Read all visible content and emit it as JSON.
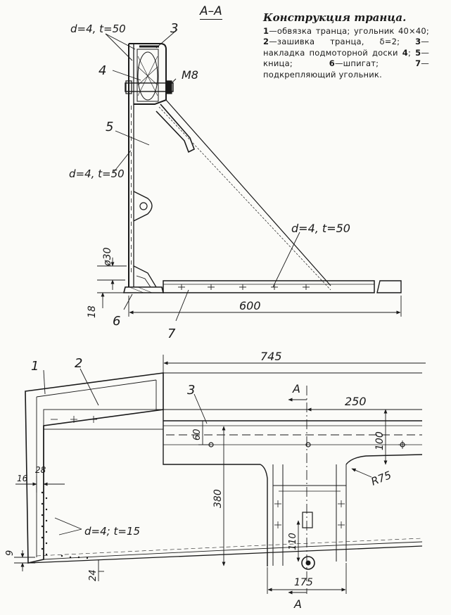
{
  "section_label": "А–А",
  "caption": {
    "title": "Конструкция транца.",
    "items": [
      {
        "num": "1",
        "text": "—обвязка транца; угольник 40×40;"
      },
      {
        "num": "2",
        "text": "—зашивка транца, δ=2;"
      },
      {
        "num": "3",
        "text": "—накладка подмоторной доски"
      },
      {
        "num": "4",
        "text": ";"
      },
      {
        "num": "5",
        "text": "—кница;"
      },
      {
        "num": "6",
        "text": "—шпигат;"
      },
      {
        "num": "7",
        "text": "—подкрепляющий угольник."
      }
    ]
  },
  "section_view": {
    "labels": {
      "rivets_top": "d=4, t=50",
      "rivets_side": "d=4, t=50",
      "rivets_bottom": "d=4, t=50",
      "bolt": "M8",
      "part3": "3",
      "part4": "4",
      "part5": "5",
      "part6": "6",
      "part7": "7"
    },
    "dimensions": {
      "hole": "ø30",
      "height18": "18",
      "length600": "600"
    }
  },
  "plan_view": {
    "labels": {
      "part1": "1",
      "part2": "2",
      "part3": "3",
      "rivets": "d=4; t=15",
      "section_top": "А",
      "section_bottom": "А"
    },
    "dimensions": {
      "d745": "745",
      "d250": "250",
      "d60": "60",
      "d100": "100",
      "d16": "16",
      "d28": "28",
      "d380": "380",
      "r75": "R75",
      "d110": "110",
      "d9": "9",
      "d24": "24",
      "d175": "175"
    }
  }
}
